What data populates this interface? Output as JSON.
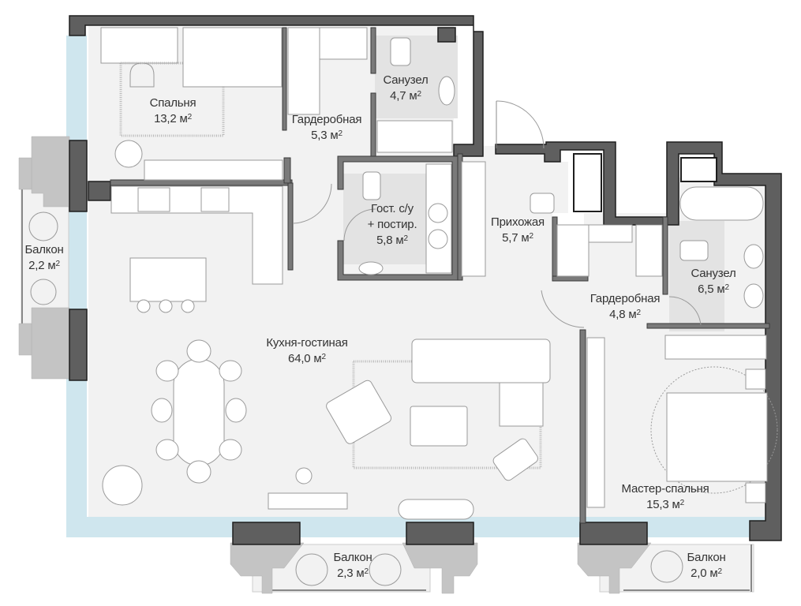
{
  "plan": {
    "title": "Floor plan",
    "area_unit": "м",
    "area_exponent": "2",
    "colors": {
      "wall": "#5f5f5f",
      "wall_outline": "#1e1e1e",
      "floor": "#f2f2f2",
      "tile": "#e3e3e3",
      "glass": "#cfe6ee",
      "pier": "#c4c4c4",
      "text": "#333333"
    }
  },
  "rooms": [
    {
      "id": "bedroom",
      "name": "Спальня",
      "area": "13,2"
    },
    {
      "id": "wardrobe1",
      "name": "Гардеробная",
      "area": "5,3"
    },
    {
      "id": "bathroom1",
      "name": "Санузел",
      "area": "4,7"
    },
    {
      "id": "guest_wc",
      "name": "Гост. с/у\n+ постир.",
      "name_line1": "Гост. с/у",
      "name_line2": "+ постир.",
      "area": "5,8"
    },
    {
      "id": "hallway",
      "name": "Прихожая",
      "area": "5,7"
    },
    {
      "id": "bathroom2",
      "name": "Санузел",
      "area": "6,5"
    },
    {
      "id": "wardrobe2",
      "name": "Гардеробная",
      "area": "4,8"
    },
    {
      "id": "living",
      "name": "Кухня-гостиная",
      "area": "64,0"
    },
    {
      "id": "master",
      "name": "Мастер-спальня",
      "area": "15,3"
    },
    {
      "id": "balcony_w",
      "name": "Балкон",
      "area": "2,2"
    },
    {
      "id": "balcony_s",
      "name": "Балкон",
      "area": "2,3"
    },
    {
      "id": "balcony_se",
      "name": "Балкон",
      "area": "2,0"
    }
  ]
}
